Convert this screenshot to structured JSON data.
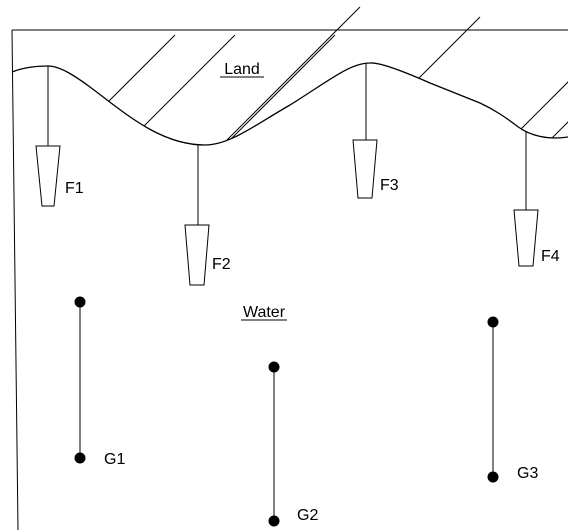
{
  "regions": {
    "land_label": "Land",
    "water_label": "Water"
  },
  "floats": [
    {
      "label": "F1"
    },
    {
      "label": "F2"
    },
    {
      "label": "F3"
    },
    {
      "label": "F4"
    }
  ],
  "gauges": [
    {
      "label": "G1"
    },
    {
      "label": "G2"
    },
    {
      "label": "G3"
    }
  ],
  "colors": {
    "stroke": "#000000",
    "background": "#ffffff"
  }
}
